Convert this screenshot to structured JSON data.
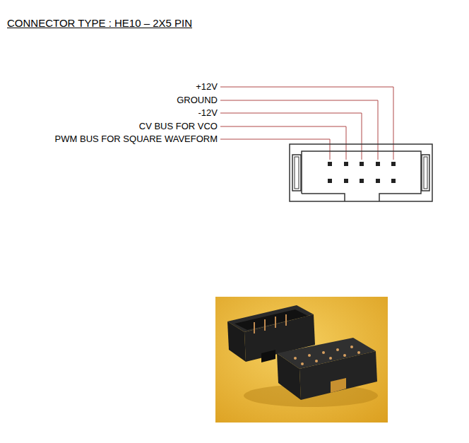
{
  "diagram": {
    "title": "CONNECTOR TYPE : HE10 – 2X5 PIN",
    "labels": [
      "+12V",
      "GROUND",
      "-12V",
      "CV BUS FOR VCO",
      "PWM BUS FOR SQUARE WAVEFORM"
    ]
  }
}
